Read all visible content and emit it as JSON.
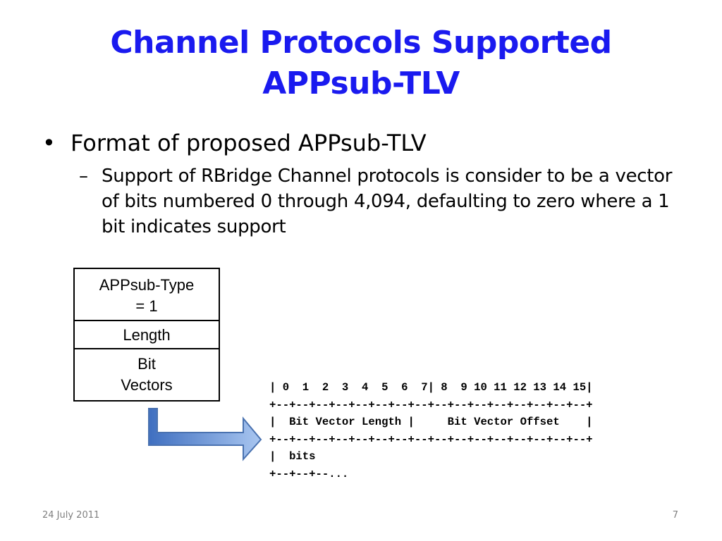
{
  "title": {
    "line1": "Channel Protocols Supported",
    "line2": "APPsub-TLV"
  },
  "bullets": {
    "level1": {
      "marker": "•",
      "text": "Format of proposed APPsub-TLV"
    },
    "level2": {
      "marker": "–",
      "text": "Support of RBridge Channel protocols is consider to be a vector of bits numbered 0 through 4,094, defaulting to zero where a 1 bit indicates support"
    }
  },
  "tlv_box": {
    "type_line1": "APPsub-Type",
    "type_line2": "= 1",
    "length": "Length",
    "bits_line1": "Bit",
    "bits_line2": "Vectors"
  },
  "bit_diagram": [
    "| 0  1  2  3  4  5  6  7| 8  9 10 11 12 13 14 15|",
    "+--+--+--+--+--+--+--+--+--+--+--+--+--+--+--+--+",
    "|  Bit Vector Length |     Bit Vector Offset    |",
    "+--+--+--+--+--+--+--+--+--+--+--+--+--+--+--+--+",
    "|  bits",
    "+--+--+--..."
  ],
  "footer": {
    "date": "24 July 2011",
    "page": "7"
  },
  "colors": {
    "title": "#1a1aef",
    "arrow_fill_start": "#3f6fc0",
    "arrow_fill_end": "#a9c6f0",
    "footer": "#7f7f7f"
  },
  "icons": {
    "arrow": "bent-right-arrow"
  }
}
